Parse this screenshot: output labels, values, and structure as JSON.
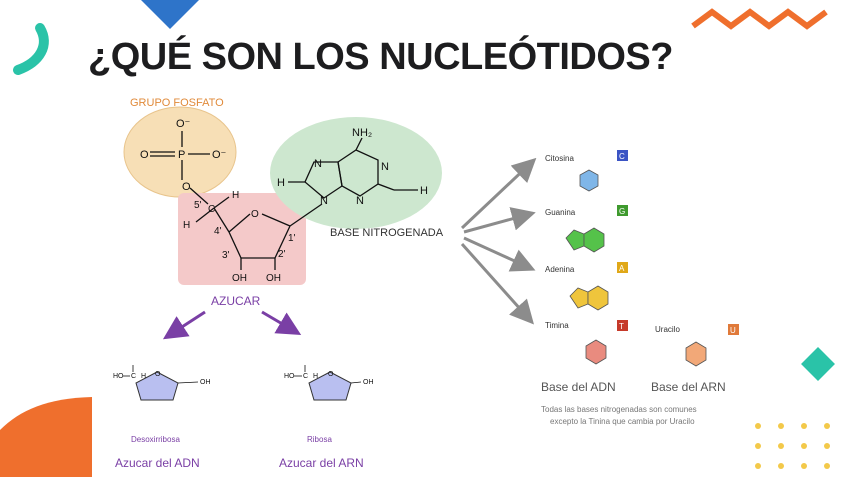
{
  "slide": {
    "title": "¿QUÉ SON LOS NUCLEÓTIDOS?"
  },
  "diagram": {
    "phosphate_label": "GRUPO FOSFATO",
    "sugar_label": "AZUCAR",
    "base_label": "BASE NITROGENADA",
    "atoms": {
      "o_top": "O⁻",
      "o_left": "O",
      "p": "P",
      "o_right": "O⁻",
      "o_link": "O",
      "c5": "5'",
      "c_atom": "C",
      "h1": "H",
      "h2": "H",
      "c4": "4'",
      "ring_o": "O",
      "c1": "1'",
      "c3": "3'",
      "c2": "2'",
      "oh1": "OH",
      "oh2": "OH",
      "nh2": "NH₂",
      "n1": "N",
      "n2": "N",
      "n3": "N",
      "n4": "N",
      "h_left": "H",
      "h_right": "H",
      "h_sugar": "H"
    },
    "bases": [
      {
        "name": "Citosina",
        "letter": "C",
        "color": "#3b54c4",
        "mol_color": "#7fb6e8"
      },
      {
        "name": "Guanina",
        "letter": "G",
        "color": "#3f9a2e",
        "mol_color": "#55c24a"
      },
      {
        "name": "Adenina",
        "letter": "A",
        "color": "#e0a818",
        "mol_color": "#efc53c"
      },
      {
        "name": "Timina",
        "letter": "T",
        "color": "#c63a2a",
        "mol_color": "#e98b7f"
      },
      {
        "name": "Uracilo",
        "letter": "U",
        "color": "#e07a3a",
        "mol_color": "#f2a878"
      }
    ],
    "dna_base_label": "Base del ADN",
    "rna_base_label": "Base del ARN",
    "note_line1": "Todas las bases nitrogenadas son comunes",
    "note_line2": "excepto la Tinina que cambia por Uracilo",
    "sugars": [
      {
        "name": "Desoxirribosa",
        "caption": "Azucar del ADN"
      },
      {
        "name": "Ribosa",
        "caption": "Azucar del ARN"
      }
    ],
    "small_labels": {
      "ho": "HO",
      "c": "C",
      "h": "H",
      "oh": "OH",
      "o": "O"
    }
  },
  "colors": {
    "phosphate_fill": "#f7dfb6",
    "sugar_fill": "#f4c9c9",
    "base_fill": "#cde7cf",
    "arrow_gray": "#8c8c8c",
    "arrow_purple": "#7a3fa5",
    "label_purple": "#7a3fa5",
    "label_orange": "#e08a3a",
    "deco_blue": "#2e74c9",
    "deco_teal": "#2ac3a8",
    "deco_orange": "#ef6f2d",
    "deco_yellow": "#f3c94a"
  }
}
